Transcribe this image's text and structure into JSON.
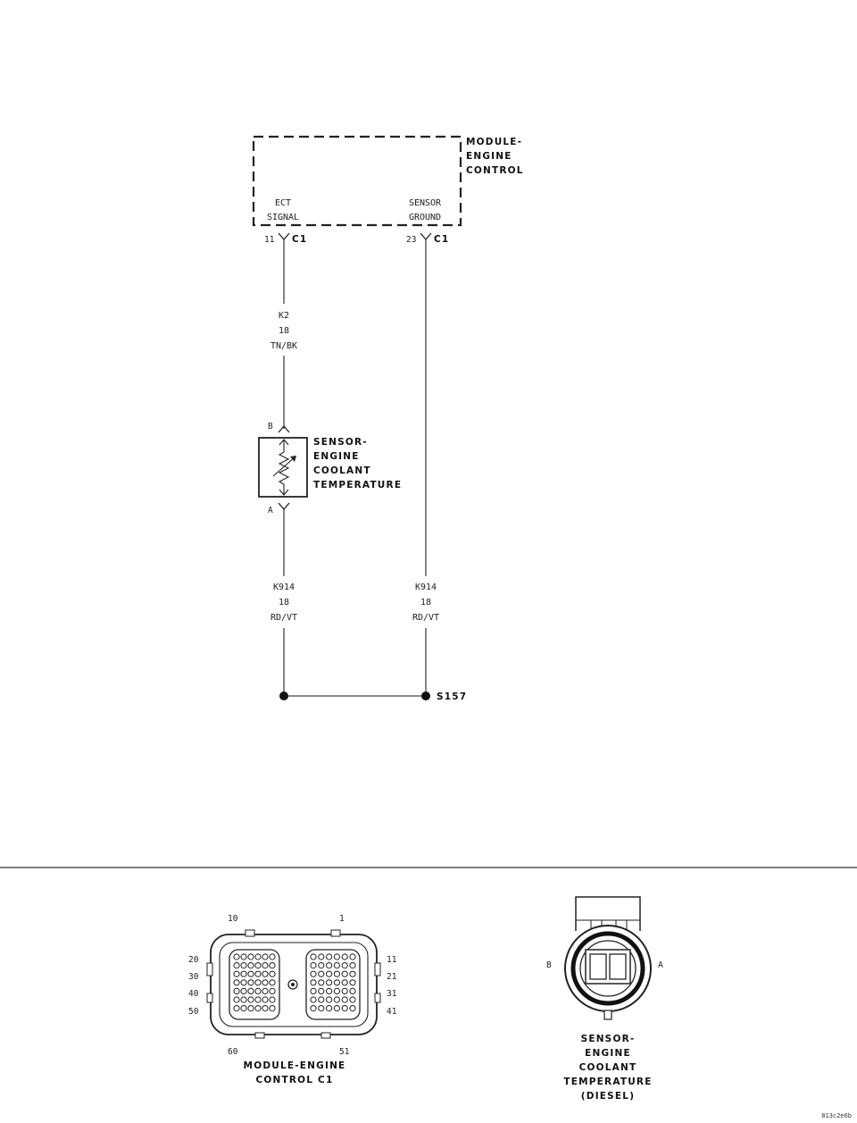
{
  "module": {
    "title_lines": [
      "MODULE-",
      "ENGINE",
      "CONTROL"
    ],
    "ect_signal_lines": [
      "ECT",
      "SIGNAL"
    ],
    "sensor_ground_lines": [
      "SENSOR",
      "GROUND"
    ],
    "pin_ect": "11",
    "pin_ground": "23",
    "connector": "C1"
  },
  "wire_k2": {
    "circuit": "K2",
    "gauge": "18",
    "color": "TN/BK"
  },
  "sensor": {
    "title_lines": [
      "SENSOR-",
      "ENGINE",
      "COOLANT",
      "TEMPERATURE"
    ],
    "pin_b": "B",
    "pin_a": "A"
  },
  "wire_k914_left": {
    "circuit": "K914",
    "gauge": "18",
    "color": "RD/VT"
  },
  "wire_k914_right": {
    "circuit": "K914",
    "gauge": "18",
    "color": "RD/VT"
  },
  "splice": {
    "label": "S157"
  },
  "connector_view_c1": {
    "pin_labels": {
      "top_left": "10",
      "top_right": "1",
      "left": [
        "20",
        "30",
        "40",
        "50"
      ],
      "right": [
        "11",
        "21",
        "31",
        "41"
      ],
      "bottom_left": "60",
      "bottom_right": "51"
    },
    "caption_lines": [
      "MODULE-ENGINE",
      "CONTROL C1"
    ]
  },
  "connector_view_sensor": {
    "pin_b": "B",
    "pin_a": "A",
    "caption_lines": [
      "SENSOR-",
      "ENGINE",
      "COOLANT",
      "TEMPERATURE",
      "(DIESEL)"
    ]
  },
  "figure_id": "813c2e6b"
}
